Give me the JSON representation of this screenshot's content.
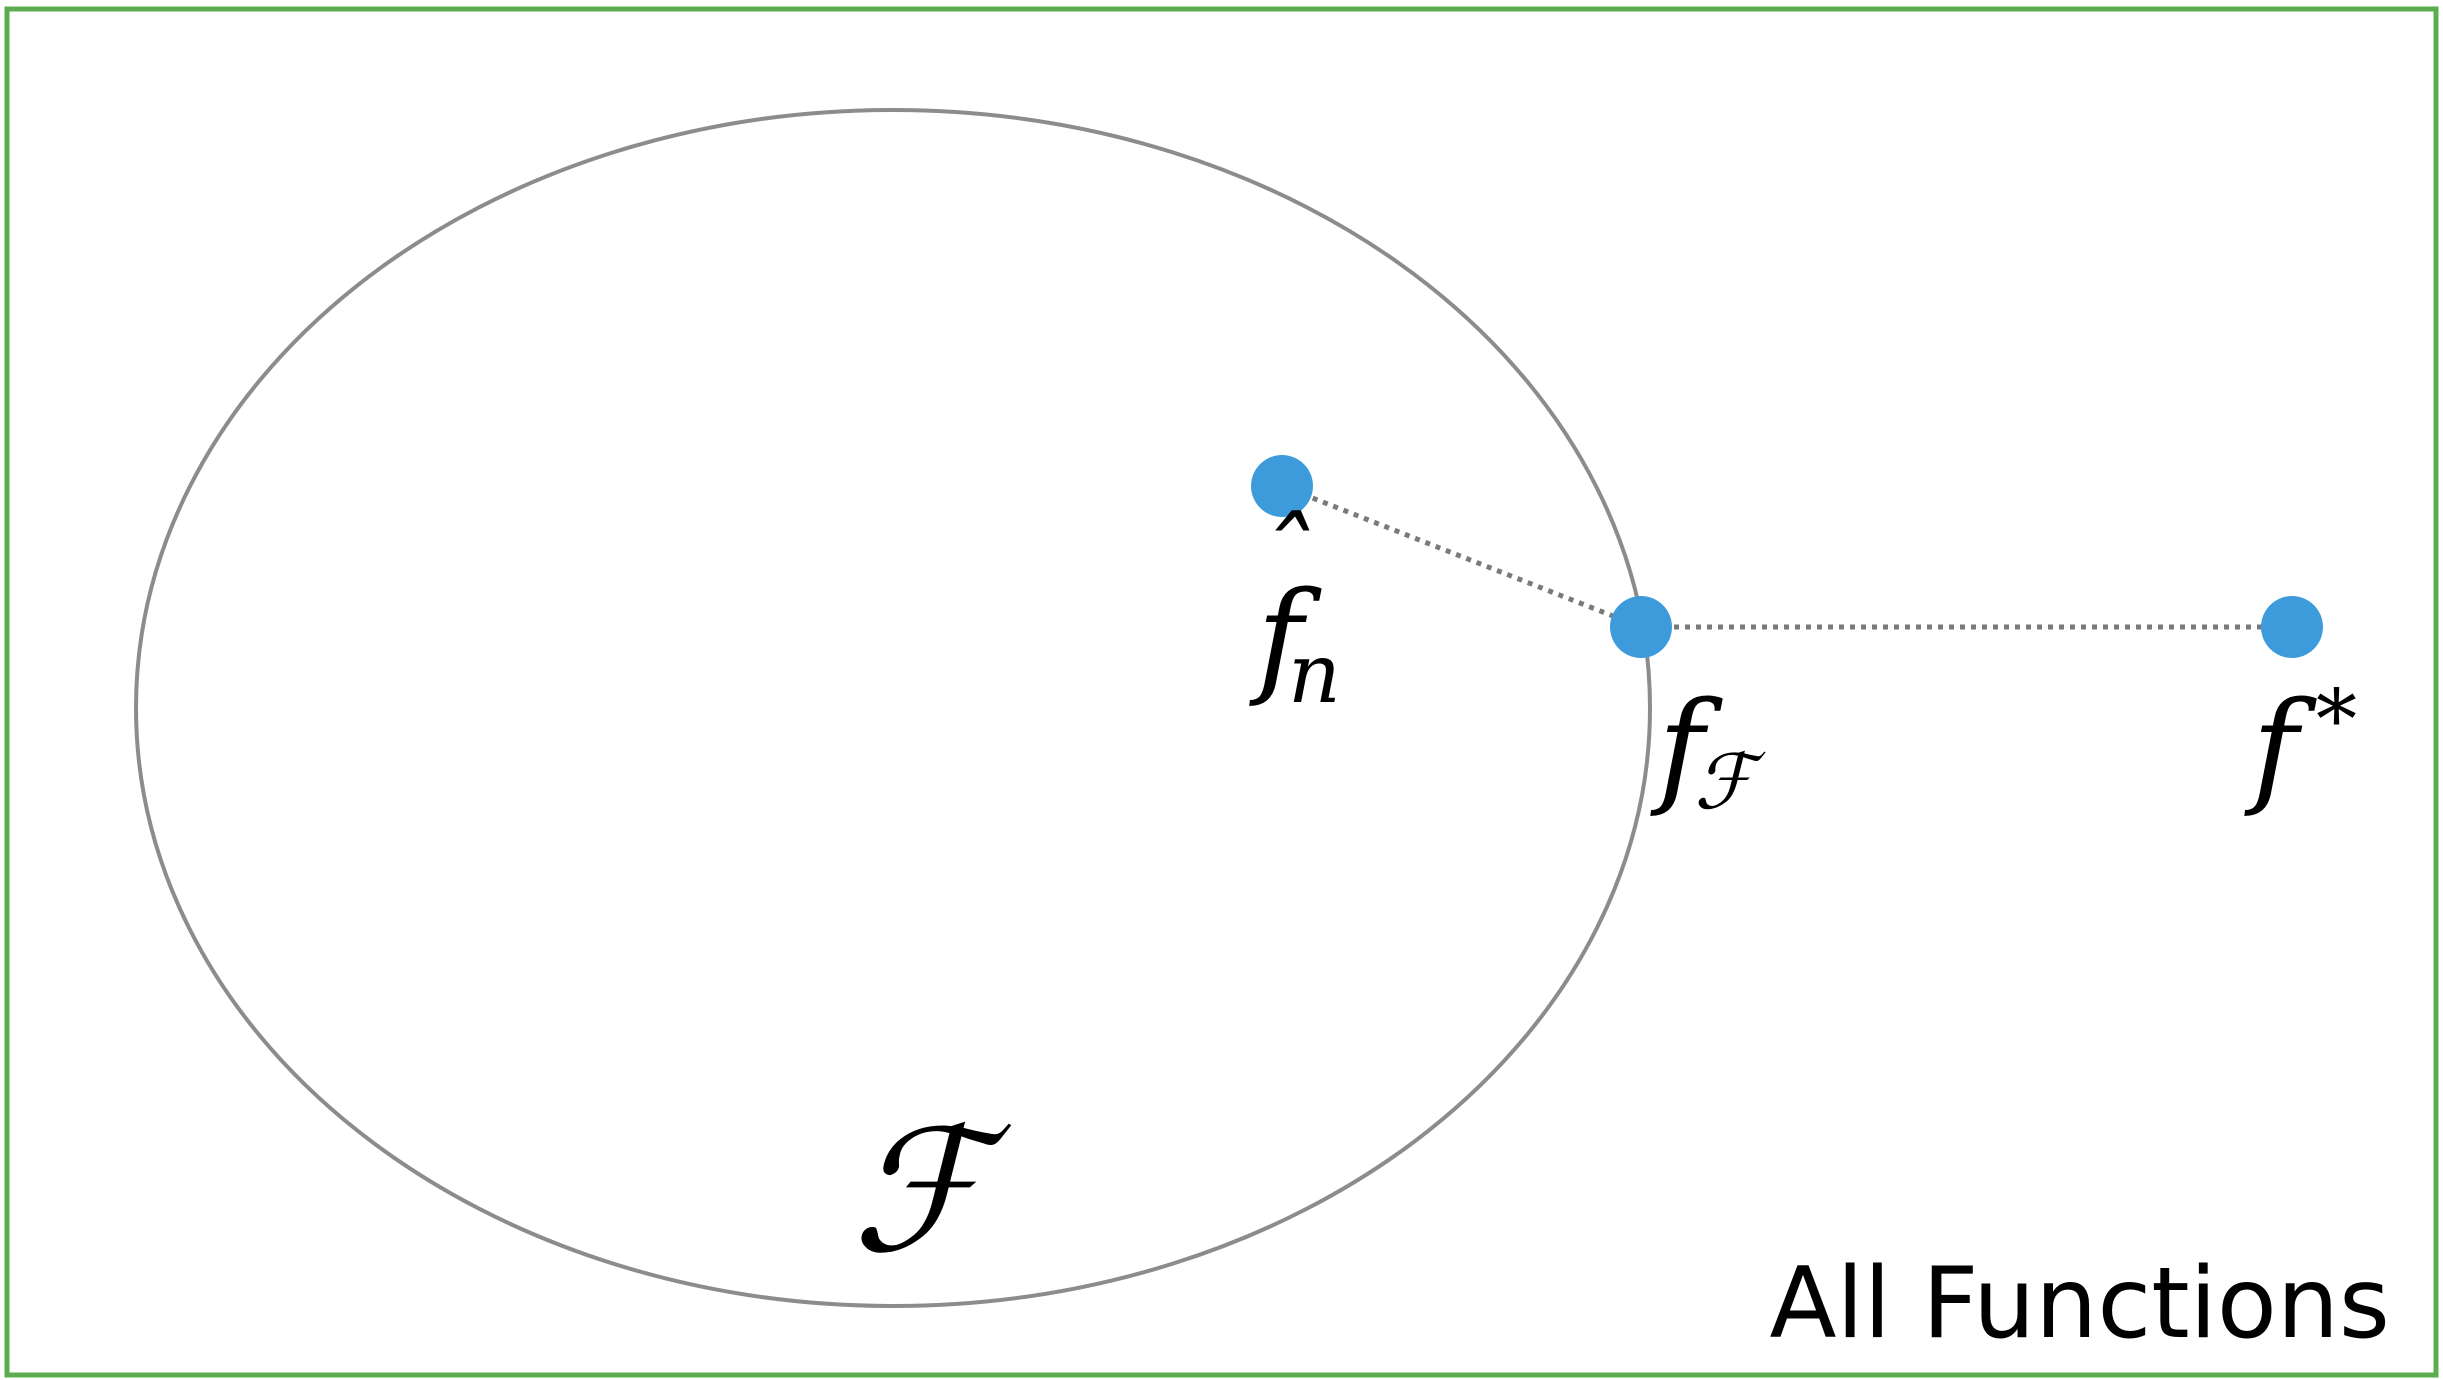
{
  "diagram": {
    "frame_label": "All Functions",
    "set_label": "ℱ",
    "points": [
      {
        "id": "f_hat_n",
        "base": "f",
        "accent": "ˆ",
        "subscript": "n"
      },
      {
        "id": "f_F",
        "base": "f",
        "subscript": "ℱ"
      },
      {
        "id": "f_star",
        "base": "f",
        "superscript": "*"
      }
    ],
    "colors": {
      "frame": "#5aac4f",
      "set_outline": "#8c8c8c",
      "points": "#3d9bdb",
      "connectors": "#7a7a7a",
      "text": "#000000"
    }
  }
}
